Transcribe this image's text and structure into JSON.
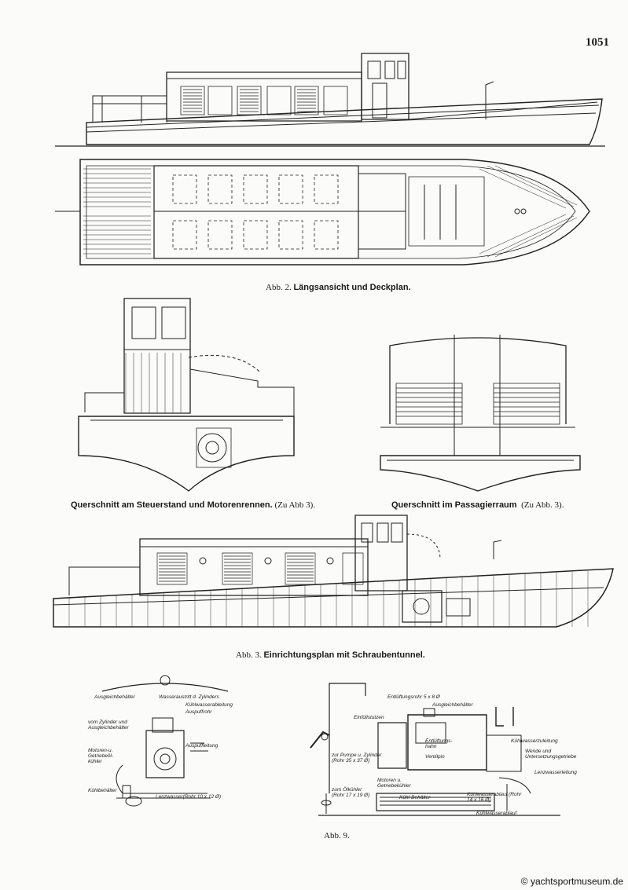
{
  "page_number": "1051",
  "figures": {
    "fig2": {
      "number": "Abb. 2.",
      "title": "Längsansicht und Deckplan."
    },
    "section_helm": {
      "title": "Querschnitt am Steuerstand und Motorenrennen.",
      "ref": "(Zu Abb 3)."
    },
    "section_passenger": {
      "title": "Querschnitt im Passagierraum",
      "ref": "(Zu Abb. 3)."
    },
    "fig3": {
      "number": "Abb. 3.",
      "title": "Einrichtungsplan mit Schraubentunnel."
    },
    "fig9": {
      "number": "Abb. 9.",
      "left_labels": {
        "l1": "Ausgleichbehälter",
        "l2": "Wasseraustritt d. Zylinders",
        "l3": "Kühlwasserableitung",
        "l4": "Auspuffrohr",
        "l5": "vom Zylinder und Ausgleichbehälter",
        "l6": "Auspuffleitung",
        "l7": "Motoren-u. Getriebeöl-kühler",
        "l8": "Kühlbehälter",
        "l9": "Lenzwasser(Rohr 10 x 12 Ø)"
      },
      "right_labels": {
        "r1": "Entlüftungsrohr 5 x 8 Ø",
        "r2": "Ausgleichbehälter",
        "r3": "Einfüllstutzen",
        "r4": "Entlüftungs-hahn",
        "r5": "Ventilpin",
        "r6": "zur Pumpe u. Zylinder (Rohr 35 x 37 Ø)",
        "r7": "Kühlwasserzuleitung",
        "r8": "Wende und Untersetzungsgetriebe",
        "r9": "Lenzwasserleitung",
        "r10": "zum Ölkühler (Rohr 17 x 19 Ø)",
        "r11": "Motoren u. Getriebekühler",
        "r12": "Kühl-Behälter",
        "r13": "Kühlwasserablauf (Rohr 14 x 16 Ø)",
        "r14": "Kühlwasserablauf"
      }
    }
  },
  "watermark": "© yachtsportmuseum.de"
}
